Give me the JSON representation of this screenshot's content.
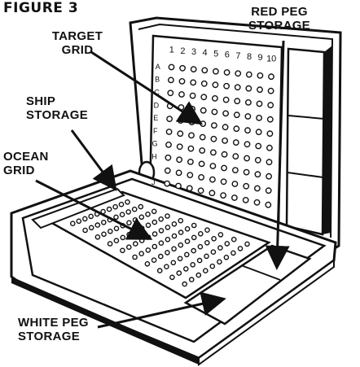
{
  "figure_label": "FIGURE 3",
  "labels": {
    "red_peg_storage_line1": "RED PEG",
    "red_peg_storage_line2": "STORAGE",
    "target_grid_line1": "TARGET",
    "target_grid_line2": "GRID",
    "ship_storage_line1": "SHIP",
    "ship_storage_line2": "STORAGE",
    "ocean_grid_line1": "OCEAN",
    "ocean_grid_line2": "GRID",
    "white_peg_storage_line1": "WHITE PEG",
    "white_peg_storage_line2": "STORAGE"
  },
  "grid_columns": [
    "1",
    "2",
    "3",
    "4",
    "5",
    "6",
    "7",
    "8",
    "9",
    "10"
  ],
  "grid_rows": [
    "A",
    "B",
    "C",
    "D",
    "E",
    "F",
    "G",
    "H",
    "I",
    "J"
  ],
  "colors": {
    "ink": "#111111",
    "paper": "#ffffff"
  }
}
